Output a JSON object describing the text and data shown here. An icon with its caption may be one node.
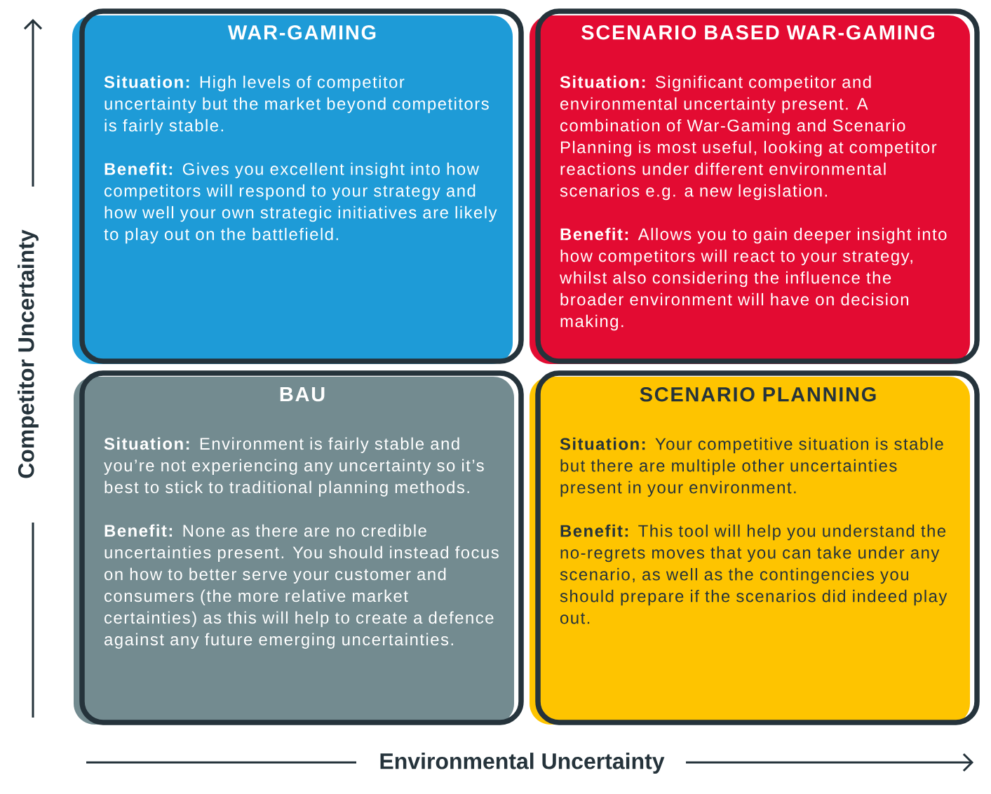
{
  "diagram": {
    "nodes": [
      {
        "text": [
          "WAR-GAMING",
          "**Situation:** High levels of competitor uncertainty but the market beyond competitors is fairly stable.",
          "**Benefit:** Gives you excellent insight into how competitors will respond to your strategy and how well your own strategic initiatives are likely to play out on the battlefield."
        ]
      },
      {
        "text": [
          "SCENARIO BASED WAR-GAMING",
          "**Situation:** Significant competitor and environmental uncertainty present. A combination of War-Gaming and Scenario Planning is most useful, looking at competitor reactions under different environmental scenarios e.g. a new legislation.",
          "**Benefit:** Allows you to gain deeper insight into how competitors will react to your strategy, whilst also considering the influence the broader environment will have on decision making."
        ]
      },
      {
        "text": [
          "BAU",
          "**Situation:** Environment is fairly stable and you’re not experiencing any uncertainty so it’s best to stick to traditional planning methods.",
          "**Benefit:** None as there are no credible uncertainties present. You should instead focus on how to better serve your customer and consumers (the more relative market certainties) as this will help to create a defence against any future emerging uncertainties."
        ]
      },
      {
        "text": [
          "SCENARIO PLANNING",
          "**Situation:** Your competitive situation is stable but there are multiple other uncertainties present in your environment.",
          "**Benefit:** This tool will help you understand the no-regrets moves that you can take under any scenario, as well as the contingencies you should prepare if the scenarios did indeed play out."
        ]
      }
    ],
    "labels": [
      "Competitor Uncertainty",
      "Environmental Uncertainty"
    ]
  }
}
